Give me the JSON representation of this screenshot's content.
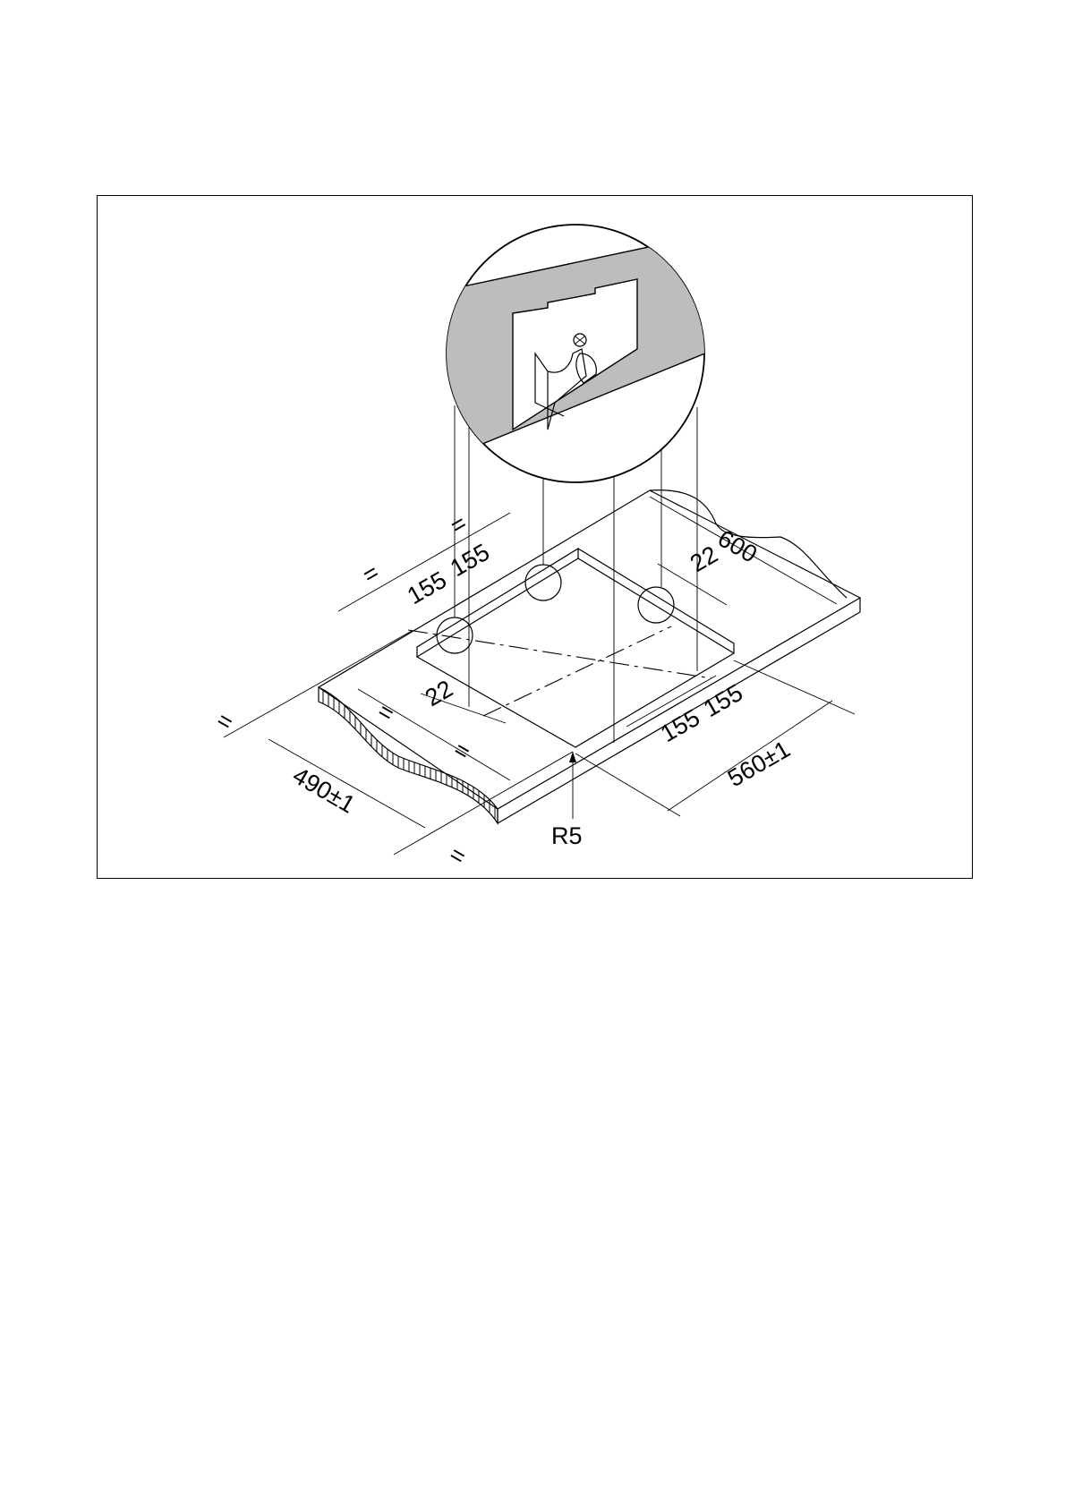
{
  "diagram": {
    "labels": {
      "overall_width": "600",
      "cutout_width": "560±1",
      "cutout_depth": "490±1",
      "corner_radius": "R5",
      "bracket_spacing_left_a": "155",
      "bracket_spacing_left_b": "155",
      "bracket_spacing_front_a": "155",
      "bracket_spacing_front_b": "155",
      "bracket_offset_back": "22",
      "bracket_offset_left": "22",
      "equal_1": "=",
      "equal_2": "=",
      "equal_3": "=",
      "equal_4": "=",
      "equal_5": "=",
      "equal_6": "="
    }
  }
}
